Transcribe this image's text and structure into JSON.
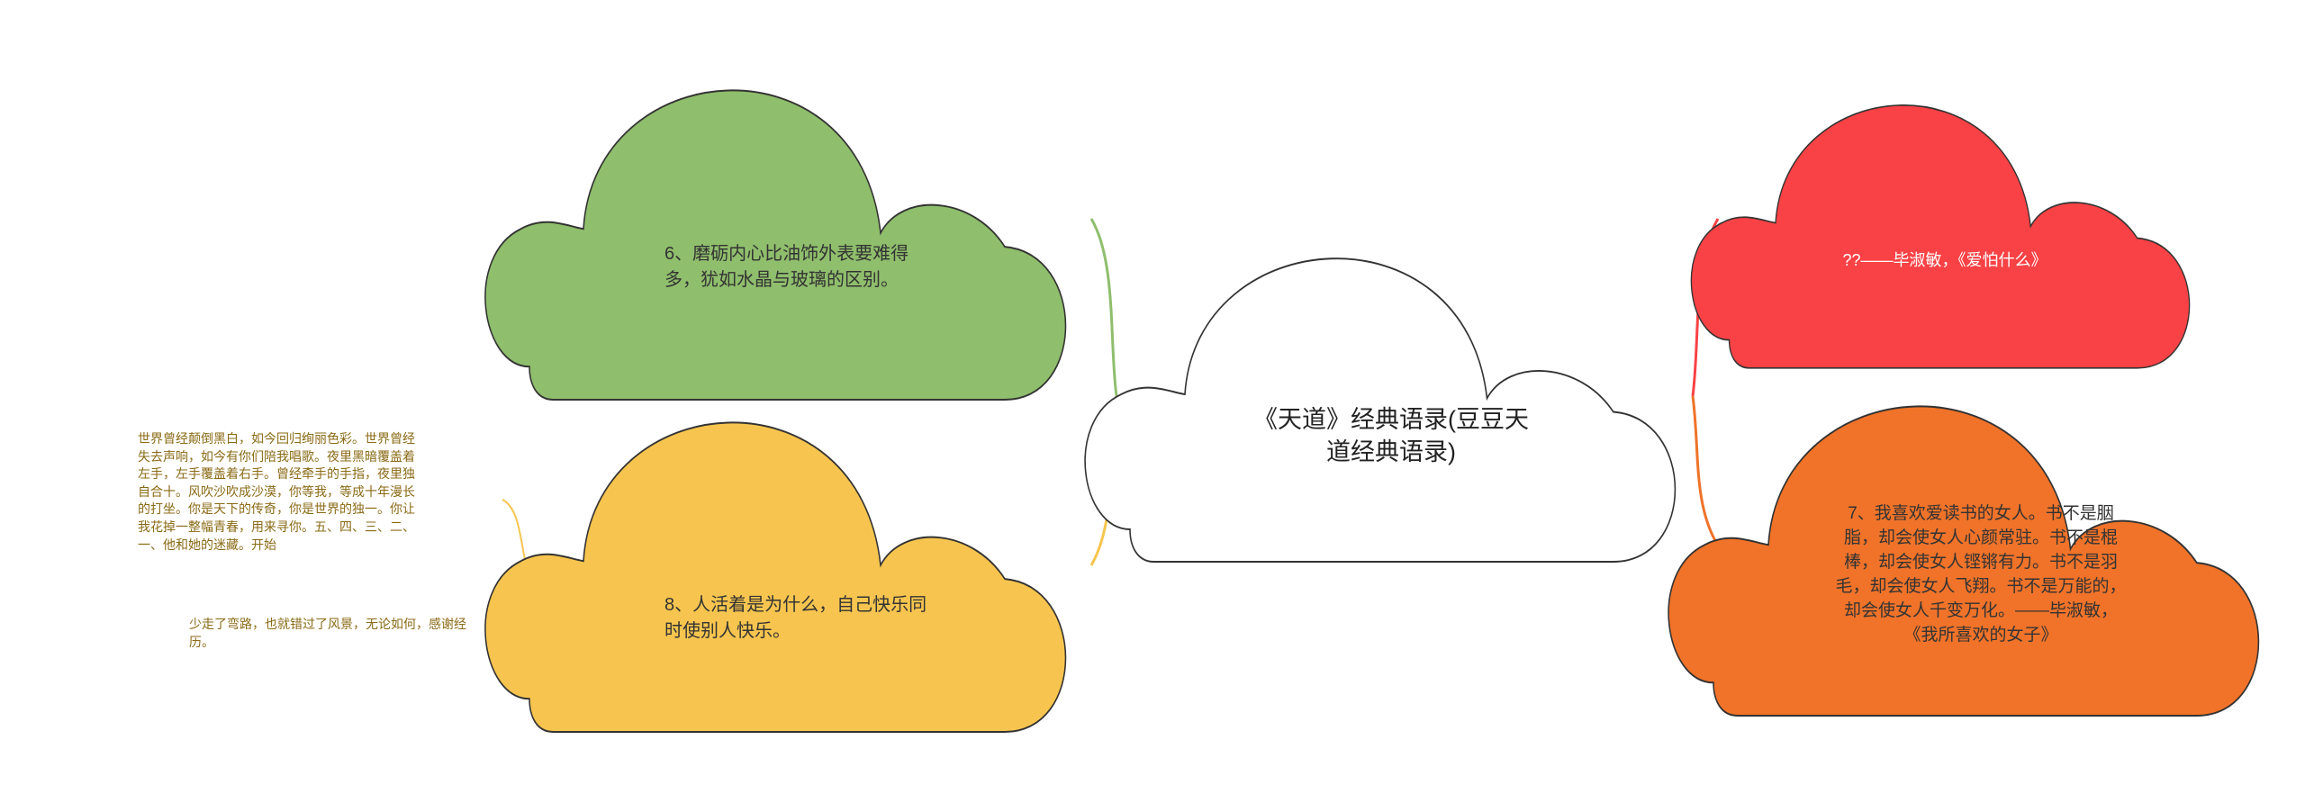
{
  "colors": {
    "center_fill": "#ffffff",
    "green": "#8fbe6c",
    "yellow": "#f7c54f",
    "red": "#f84245",
    "orange": "#f07329",
    "outline": "#333333",
    "leaf_text": "#8a6a14"
  },
  "center": {
    "text": "《天道》经典语录(豆豆天道经典语录)"
  },
  "branches": [
    {
      "id": "green",
      "text": "6、磨砺内心比油饰外表要难得多，犹如水晶与玻璃的区别。"
    },
    {
      "id": "yellow",
      "text": "8、人活着是为什么，自己快乐同时使别人快乐。"
    },
    {
      "id": "red",
      "text": "??——毕淑敏，《爱怕什么》"
    },
    {
      "id": "orange",
      "text": "7、我喜欢爱读书的女人。书不是胭脂，却会使女人心颜常驻。书不是棍棒，却会使女人铿锵有力。书不是羽毛，却会使女人飞翔。书不是万能的，却会使女人千变万化。——毕淑敏，《我所喜欢的女子》"
    }
  ],
  "leaves": [
    {
      "id": "leaf1",
      "text": "世界曾经颠倒黑白，如今回归绚丽色彩。世界曾经失去声响，如今有你们陪我唱歌。夜里黑暗覆盖着左手，左手覆盖着右手。曾经牵手的手指，夜里独自合十。风吹沙吹成沙漠，你等我，等成十年漫长的打坐。你是天下的传奇，你是世界的独一。你让我花掉一整幅青春，用来寻你。五、四、三、二、一、他和她的迷藏。开始"
    },
    {
      "id": "leaf2",
      "text": "少走了弯路，也就错过了风景，无论如何，感谢经历。"
    }
  ]
}
